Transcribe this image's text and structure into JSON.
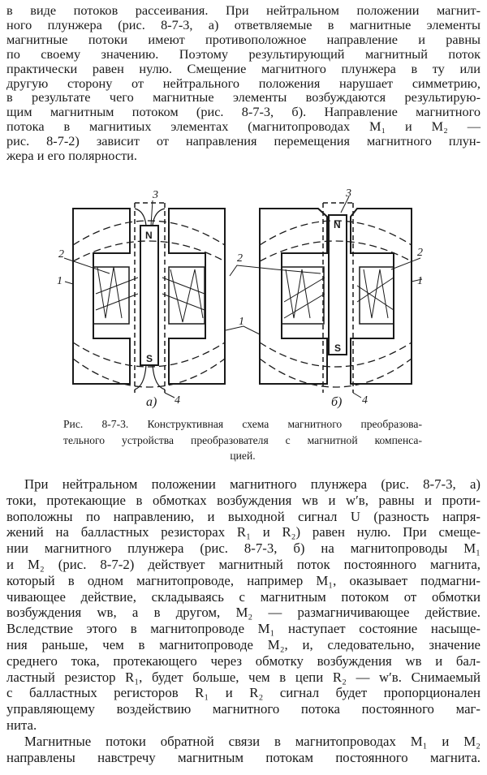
{
  "paragraph_1": [
    "в виде потоков рассеивания. При нейтральном положении магнит-",
    "ного плунжера (рис. 8-7-3, а) ответвляемые в магнитные элементы",
    "магнитные потоки имеют противоположное направление и равны",
    "по своему значению. Поэтому результирующий магнитный поток",
    "практически равен нулю. Смещение магнитного плунжера в ту или",
    "другую сторону от нейтрального положения нарушает симметрию,",
    "в результате чего магнитные элементы возбуждаются результирую-",
    "щим магнитным потоком (рис. 8-7-3, б). Направление магнитного",
    "потока в магнитиых элементах (магнитопроводах M₁ и M₂ —",
    "рис. 8-7-2) зависит от направления перемещения магнитного плун-",
    "жера и его полярности."
  ],
  "figure": {
    "pole_north": "N",
    "pole_south": "S",
    "label_1": "1",
    "label_2": "2",
    "label_3": "3",
    "label_4": "4",
    "sub_a": "а)",
    "sub_b": "б)"
  },
  "caption": [
    "Рис. 8-7-3. Конструктивная схема магнитного преобразова-",
    "тельного устройства преобразователя с магнитной компенса-",
    "цией."
  ],
  "paragraph_2": [
    "При нейтральном положении магнитного плунжера (рис. 8-7-3, а)",
    "токи, протекающие в обмотках возбуждения wв и w′в, равны и проти-",
    "воположны по направлению, и выходной сигнал U (разность напря-",
    "жений на балластных резисторах R₁ и R₂) равен нулю. При смеще-",
    "нии магнитного плунжера (рис. 8-7-3, б) на магнитопроводы M₁",
    "и M₂ (рис. 8-7-2) действует магнитный поток постоянного магнита,",
    "который в одном магнитопроводе, например M₁, оказывает подмагни-",
    "чивающее действие, складываясь с магнитным потоком от обмотки",
    "возбуждения wв, а в другом, M₂ — размагничивающее действие.",
    "Вследствие этого в магнитопроводе M₁ наступает состояние насыще-",
    "ния раньше, чем в магнитопроводе M₂, и, следовательно, значение",
    "среднего тока, протекающего через обмотку возбуждения wв и бал-",
    "ластный резистор R₁, будет больше, чем в цепи R₂ — w′в. Снимаемый",
    "с балластных регисторов R₁ и R₂ сигнал будет пропорционален",
    "управляющему воздействию магнитного потока постоянного маг-",
    "нита."
  ],
  "paragraph_3": [
    "Магнитные потоки обратной связи в магнитопроводах M₁ и M₂",
    "направлены навстречу магнитным потокам постоянного магнита."
  ]
}
